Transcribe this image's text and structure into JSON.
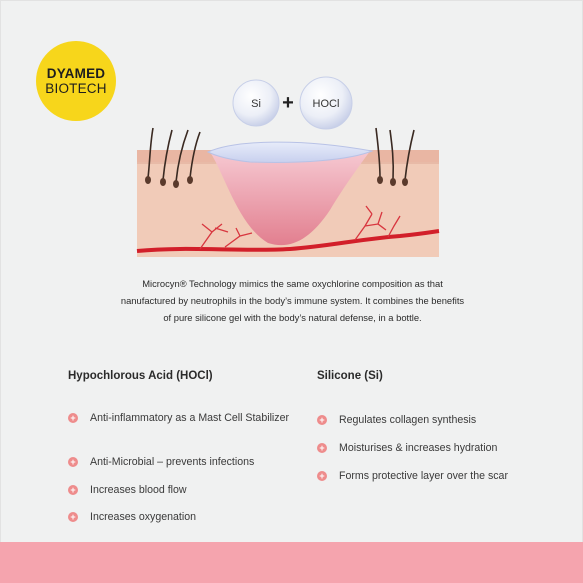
{
  "logo": {
    "line1": "DYAMED",
    "line2": "BIOTECH"
  },
  "formula": {
    "left": "Si",
    "operator": "+",
    "right": "HOCl"
  },
  "description": {
    "line1": "Microcyn® Technology mimics the same oxychlorine composition as that",
    "line2": "nanufactured by neutrophils in the body’s immune system. It combines the benefits",
    "line3": "of pure silicone gel with the body’s natural defense, in a bottle."
  },
  "left_column": {
    "title": "Hypochlorous Acid (HOCl)",
    "items": [
      "Anti-inflammatory as a Mast Cell Stabilizer",
      "Anti-Microbial – prevents infections",
      "Increases blood flow",
      "Increases oxygenation"
    ]
  },
  "right_column": {
    "title": "Silicone (Si)",
    "items": [
      "Regulates collagen synthesis",
      "Moisturises & increases hydration",
      "Forms protective layer over the scar"
    ]
  },
  "colors": {
    "logo": "#f7d61b",
    "bullet": "#ee8c8c",
    "footer": "#f5a4ae",
    "skin": "#f1c9b6",
    "wound": "#e78a98",
    "vessel": "#d21f2a"
  }
}
